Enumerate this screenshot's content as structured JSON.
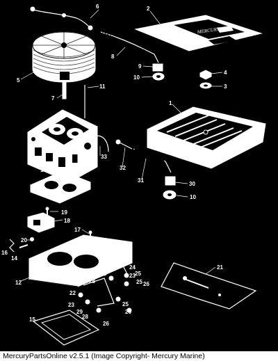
{
  "caption": "MercuryPartsOnline v2.5.1 (Image Copyright- Mercury Marine)",
  "logo_text": "MERCURY",
  "callouts": [
    {
      "id": "c1",
      "label": "1"
    },
    {
      "id": "c2",
      "label": "2"
    },
    {
      "id": "c3",
      "label": "3"
    },
    {
      "id": "c4",
      "label": "4"
    },
    {
      "id": "c5",
      "label": "5"
    },
    {
      "id": "c6",
      "label": "6"
    },
    {
      "id": "c7",
      "label": "7"
    },
    {
      "id": "c8",
      "label": "8"
    },
    {
      "id": "c9",
      "label": "9"
    },
    {
      "id": "c10a",
      "label": "10"
    },
    {
      "id": "c10b",
      "label": "10"
    },
    {
      "id": "c11",
      "label": "11"
    },
    {
      "id": "c12",
      "label": "12"
    },
    {
      "id": "c13",
      "label": "13"
    },
    {
      "id": "c14",
      "label": "14"
    },
    {
      "id": "c15",
      "label": "15"
    },
    {
      "id": "c16",
      "label": "16"
    },
    {
      "id": "c17",
      "label": "17"
    },
    {
      "id": "c18",
      "label": "18"
    },
    {
      "id": "c19",
      "label": "19"
    },
    {
      "id": "c20",
      "label": "20"
    },
    {
      "id": "c21",
      "label": "21"
    },
    {
      "id": "c22a",
      "label": "22"
    },
    {
      "id": "c22b",
      "label": "22"
    },
    {
      "id": "c23",
      "label": "23"
    },
    {
      "id": "c24",
      "label": "24"
    },
    {
      "id": "c25a",
      "label": "25"
    },
    {
      "id": "c25b",
      "label": "25"
    },
    {
      "id": "c25c",
      "label": "25"
    },
    {
      "id": "c26a",
      "label": "26"
    },
    {
      "id": "c26b",
      "label": "26"
    },
    {
      "id": "c26c",
      "label": "26"
    },
    {
      "id": "c27",
      "label": "27"
    },
    {
      "id": "c28a",
      "label": "28"
    },
    {
      "id": "c28b",
      "label": "28"
    },
    {
      "id": "c29",
      "label": "29"
    },
    {
      "id": "c30",
      "label": "30"
    },
    {
      "id": "c31",
      "label": "31"
    },
    {
      "id": "c32",
      "label": "32"
    },
    {
      "id": "c33",
      "label": "33"
    }
  ]
}
